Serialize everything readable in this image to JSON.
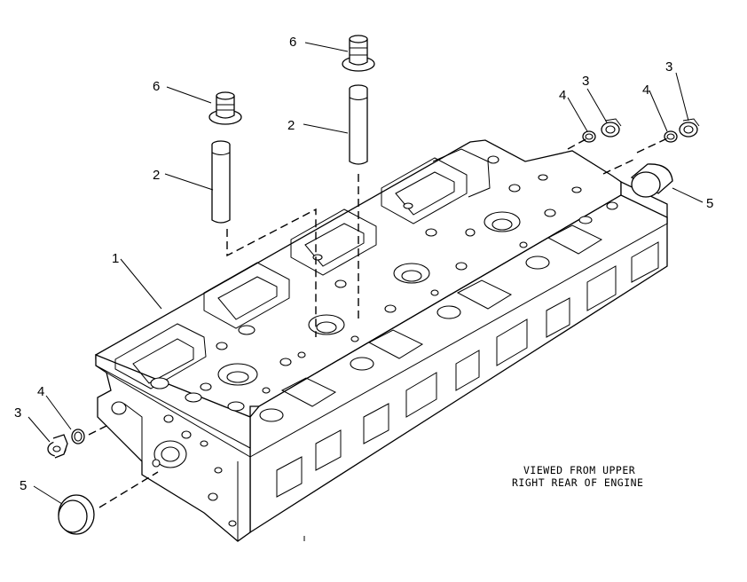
{
  "callouts": {
    "head": "1",
    "guide_left": "2",
    "guide_center": "2",
    "seal_left": "6",
    "seal_center": "6",
    "plug_left": "3",
    "plug_right_a": "3",
    "plug_right_b": "3",
    "oring_left": "4",
    "oring_right_a": "4",
    "oring_right_b": "4",
    "cap_left": "5",
    "cap_right": "5"
  },
  "caption": {
    "line1": "VIEWED FROM UPPER",
    "line2": "RIGHT REAR OF ENGINE"
  }
}
